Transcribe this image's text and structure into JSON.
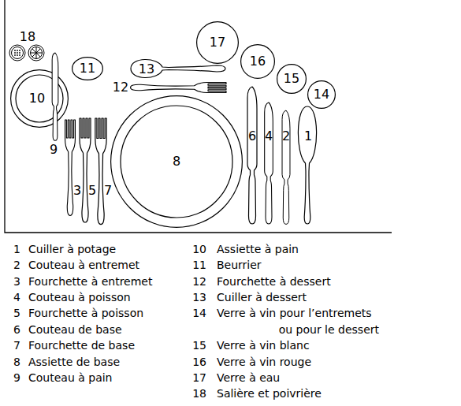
{
  "diagram": {
    "nodes": [
      {
        "text": [
          "17"
        ]
      },
      {
        "text": [
          "16"
        ]
      },
      {
        "text": [
          "11"
        ]
      },
      {
        "text": [
          "15"
        ]
      },
      {
        "text": [
          "14"
        ]
      },
      {
        "text": [
          "10"
        ]
      },
      {
        "text": [
          "8"
        ]
      }
    ],
    "labels": [
      "18",
      "13",
      "12",
      "6",
      "4",
      "2",
      "1",
      "9",
      "3",
      "5",
      "7",
      "1",
      "Cuiller à potage",
      "2",
      "Couteau à entremet",
      "3",
      "Fourchette à entremet",
      "4",
      "Couteau à poisson",
      "5",
      "Fourchette à poisson",
      "6",
      "Couteau de base",
      "7",
      "Fourchette de base",
      "8",
      "Assiette de base",
      "9",
      "Couteau à pain",
      "10",
      "Assiette à pain",
      "11",
      "Beurrier",
      "12",
      "Fourchette à dessert",
      "13",
      "Cuiller à dessert",
      "14",
      "Verre à vin pour l’entremets ou pour le dessert",
      "15",
      "Verre à vin blanc",
      "16",
      "Verre à vin rouge",
      "17",
      "Verre à eau",
      "18",
      "Salière et poivrière"
    ]
  }
}
